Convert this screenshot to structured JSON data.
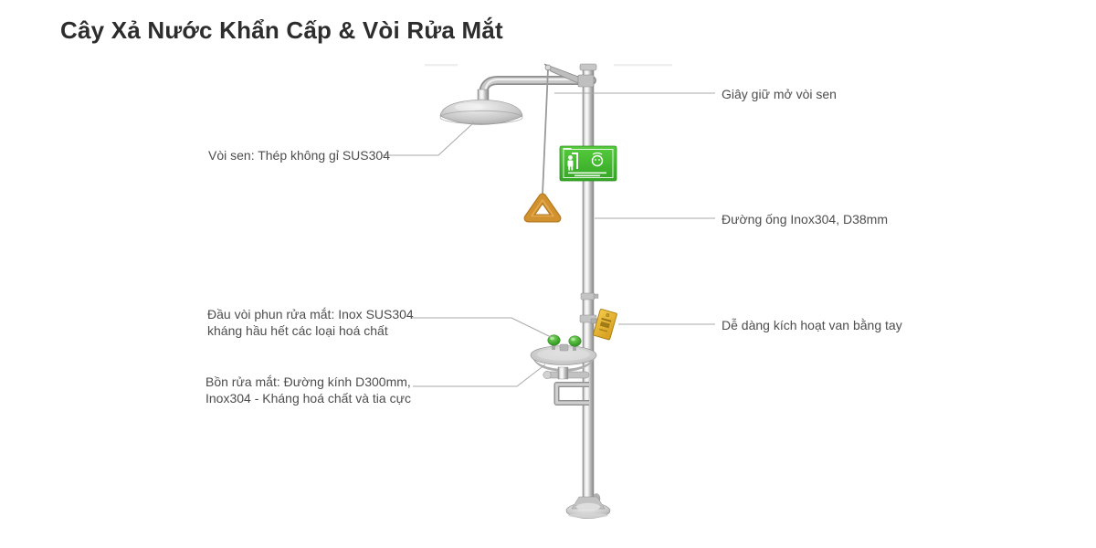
{
  "title": "Cây Xả Nước Khẩn Cấp & Vòi Rửa Mắt",
  "product": {
    "name": "emergency-shower-and-eyewash-station",
    "parts": [
      "shower-head",
      "pull-rod",
      "triangle-pull-handle",
      "safety-sign",
      "main-pipe",
      "hand-valve-plate",
      "eyewash-spray-nozzles",
      "eyewash-bowl",
      "activation-loop-handle",
      "floor-base"
    ],
    "sign_pictograms": [
      "shower-pictogram",
      "eyewash-pictogram"
    ]
  },
  "callouts": {
    "left": [
      {
        "id": "shower-head",
        "text": "Vòi sen: Thép không gỉ SUS304"
      },
      {
        "id": "spray-nozzles",
        "line1": "Đầu vòi phun rửa mắt: Inox SUS304",
        "line2": "kháng hầu hết các loại hoá chất"
      },
      {
        "id": "eyewash-bowl",
        "line1": "Bồn rửa mắt: Đường kính D300mm,",
        "line2": "Inox304 - Kháng hoá chất và tia cực"
      }
    ],
    "right": [
      {
        "id": "pull-rod",
        "text": "Giây giữ mở vòi sen"
      },
      {
        "id": "pipe",
        "text": "Đường ống Inox304, D38mm"
      },
      {
        "id": "hand-valve",
        "text": "Dễ dàng kích hoạt van bằng tay"
      }
    ]
  },
  "colors": {
    "title_text": "#2d2d2d",
    "label_text": "#4d4d4d",
    "leader_line": "#a8a8a8",
    "sign_green": "#3fba2e",
    "nozzle_green": "#3da32b",
    "handle_orange": "#d2912f",
    "valve_yellow": "#e6b02a",
    "metal_gray": "#b9b9b9",
    "background": "#ffffff"
  }
}
